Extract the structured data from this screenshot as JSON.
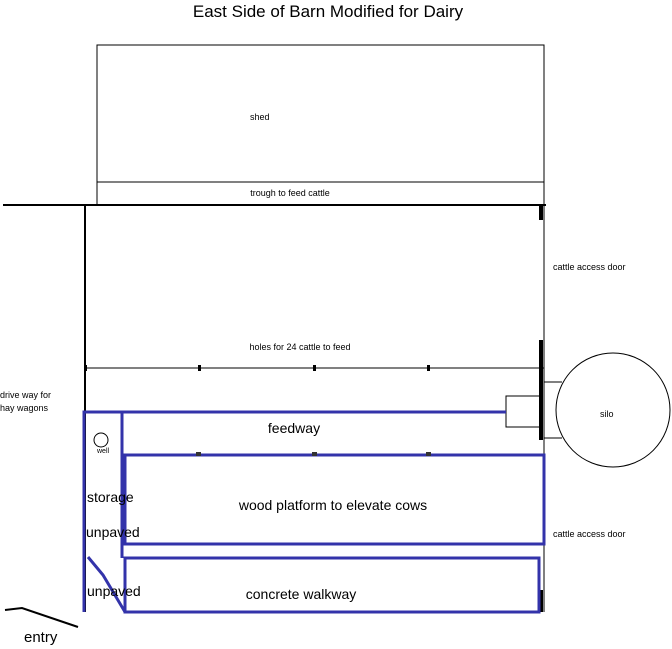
{
  "title": "East Side of Barn Modified for Dairy",
  "labels": {
    "shed": "shed",
    "trough": "trough to feed cattle",
    "cattle_access_door_upper": "cattle access door",
    "holes": "holes for 24 cattle to feed",
    "driveway_line1": "drive way for",
    "driveway_line2": "hay wagons",
    "silo": "silo",
    "feedway": "feedway",
    "well": "well",
    "storage": "storage",
    "unpaved_upper": "unpaved",
    "wood_platform": "wood platform to elevate cows",
    "cattle_access_door_lower": "cattle access door",
    "unpaved_lower": "unpaved",
    "concrete_walkway": "concrete walkway",
    "entry": "entry"
  },
  "colors": {
    "outline": "#000000",
    "modification": "#3333aa",
    "background": "#ffffff"
  }
}
